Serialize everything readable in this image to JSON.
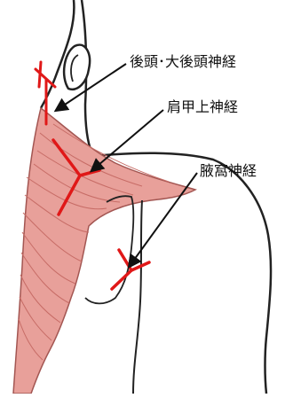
{
  "labels": {
    "occipital": "後頭･大後頭神経",
    "suprascapular": "肩甲上神経",
    "axillary": "腋窩神経"
  },
  "colors": {
    "muscle_fill": "#e8a09a",
    "muscle_lines": "#c76c66",
    "outline": "#222222",
    "nerve_marker": "#e01818",
    "arrow": "#111111"
  }
}
